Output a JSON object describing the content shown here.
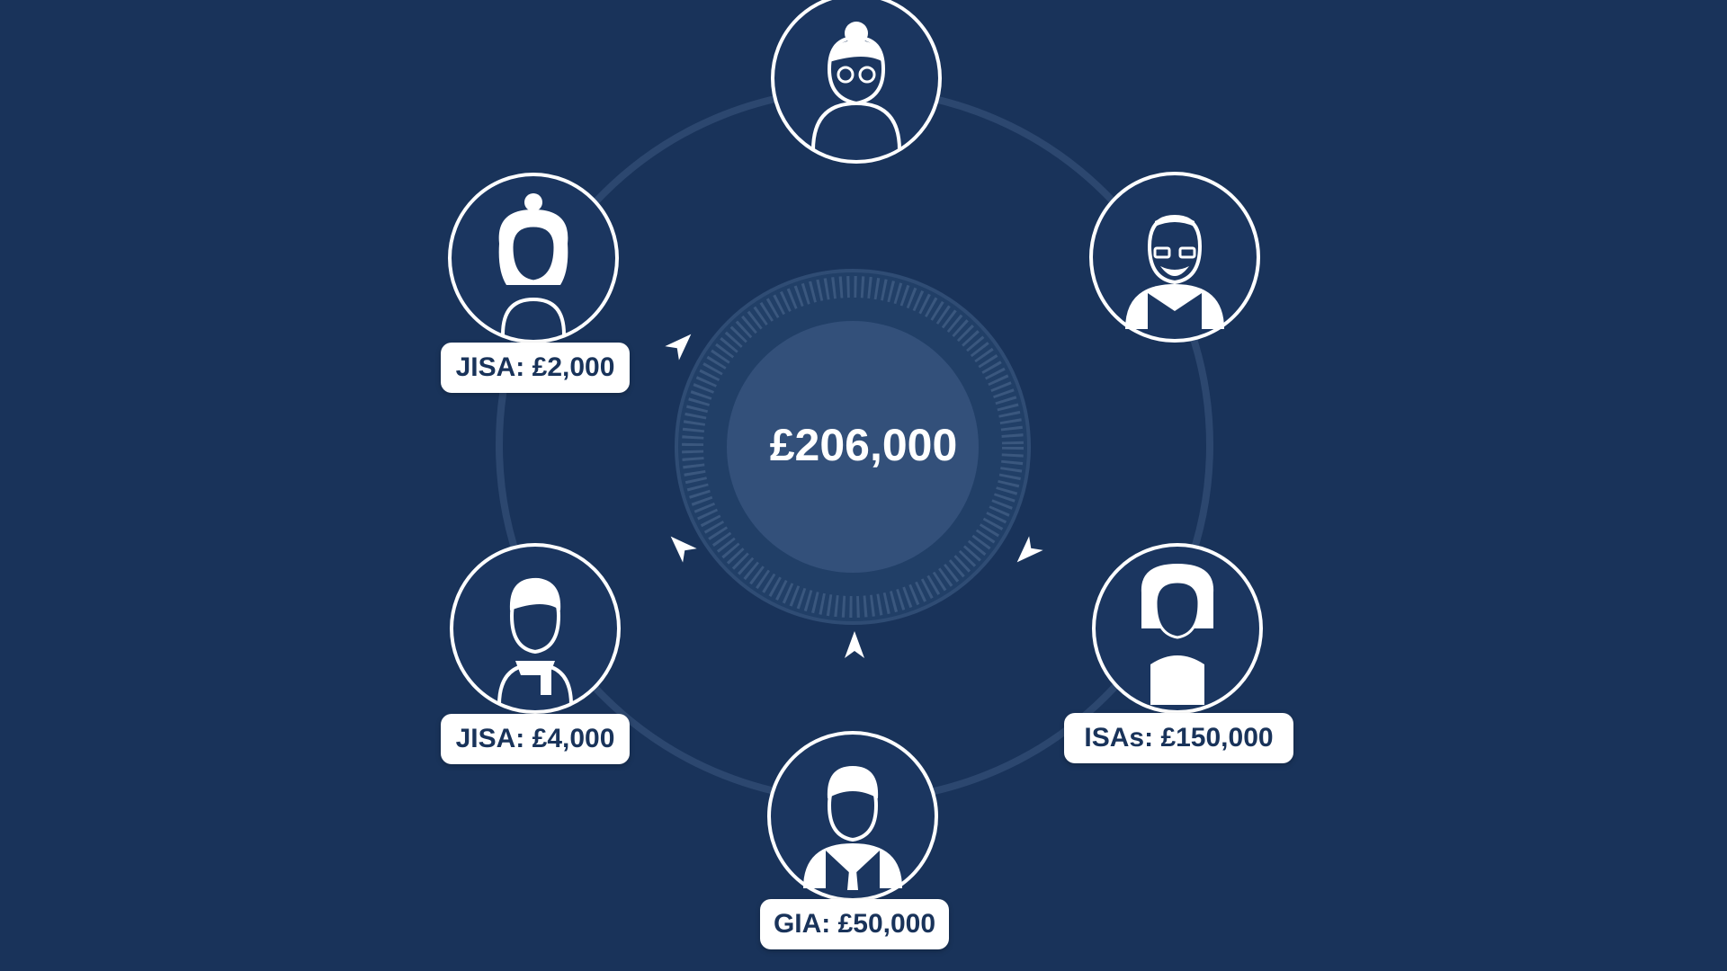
{
  "center": {
    "total": "£206,000"
  },
  "people": [
    {
      "id": "grandmother",
      "icon": "grandmother-avatar-icon",
      "label": ""
    },
    {
      "id": "grandfather",
      "icon": "grandfather-avatar-icon",
      "label": ""
    },
    {
      "id": "mother",
      "icon": "woman-avatar-icon",
      "label": "ISAs: £150,000"
    },
    {
      "id": "father",
      "icon": "man-avatar-icon",
      "label": "GIA: £50,000"
    },
    {
      "id": "son",
      "icon": "boy-avatar-icon",
      "label": "JISA: £4,000"
    },
    {
      "id": "daughter",
      "icon": "girl-avatar-icon",
      "label": "JISA: £2,000"
    }
  ],
  "colors": {
    "background": "#19335a",
    "ring": "#2e4a72",
    "inner_disc": "#304d73",
    "avatar_fill": "#1b3660",
    "white": "#ffffff"
  }
}
